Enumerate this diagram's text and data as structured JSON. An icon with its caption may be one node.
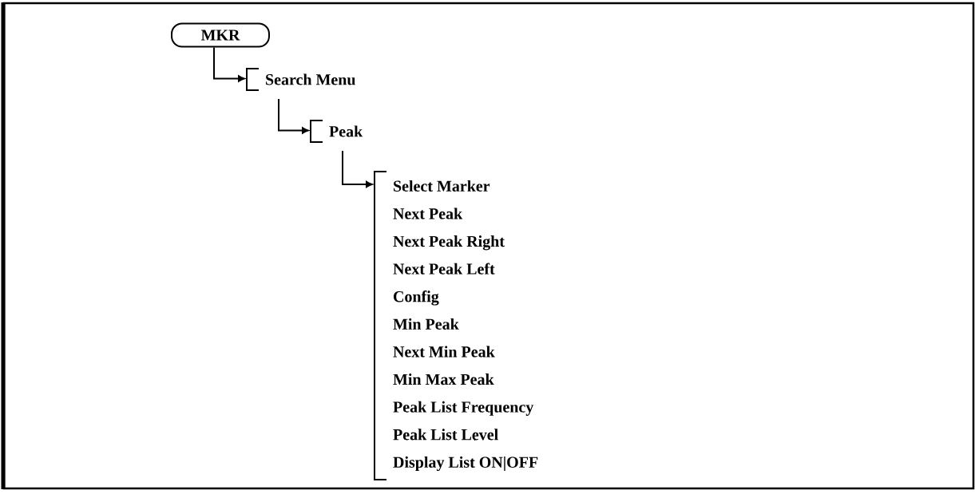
{
  "diagram": {
    "nodes": [
      {
        "text": [
          "MKR"
        ]
      },
      {
        "text": [
          "Search Menu"
        ]
      },
      {
        "text": [
          "Peak"
        ]
      },
      {
        "text": [
          "Select Marker",
          "Next Peak",
          "Next Peak Right",
          "Next Peak Left",
          "Config",
          "Min Peak",
          "Next Min Peak",
          "Min Max Peak",
          "Peak List Frequency",
          "Peak List Level",
          "Display List ON|OFF"
        ]
      }
    ],
    "edges": [
      {
        "from": 0,
        "to": 1,
        "arrow": "to"
      },
      {
        "from": 1,
        "to": 2,
        "arrow": "to"
      },
      {
        "from": 2,
        "to": 3,
        "arrow": "to"
      }
    ]
  }
}
